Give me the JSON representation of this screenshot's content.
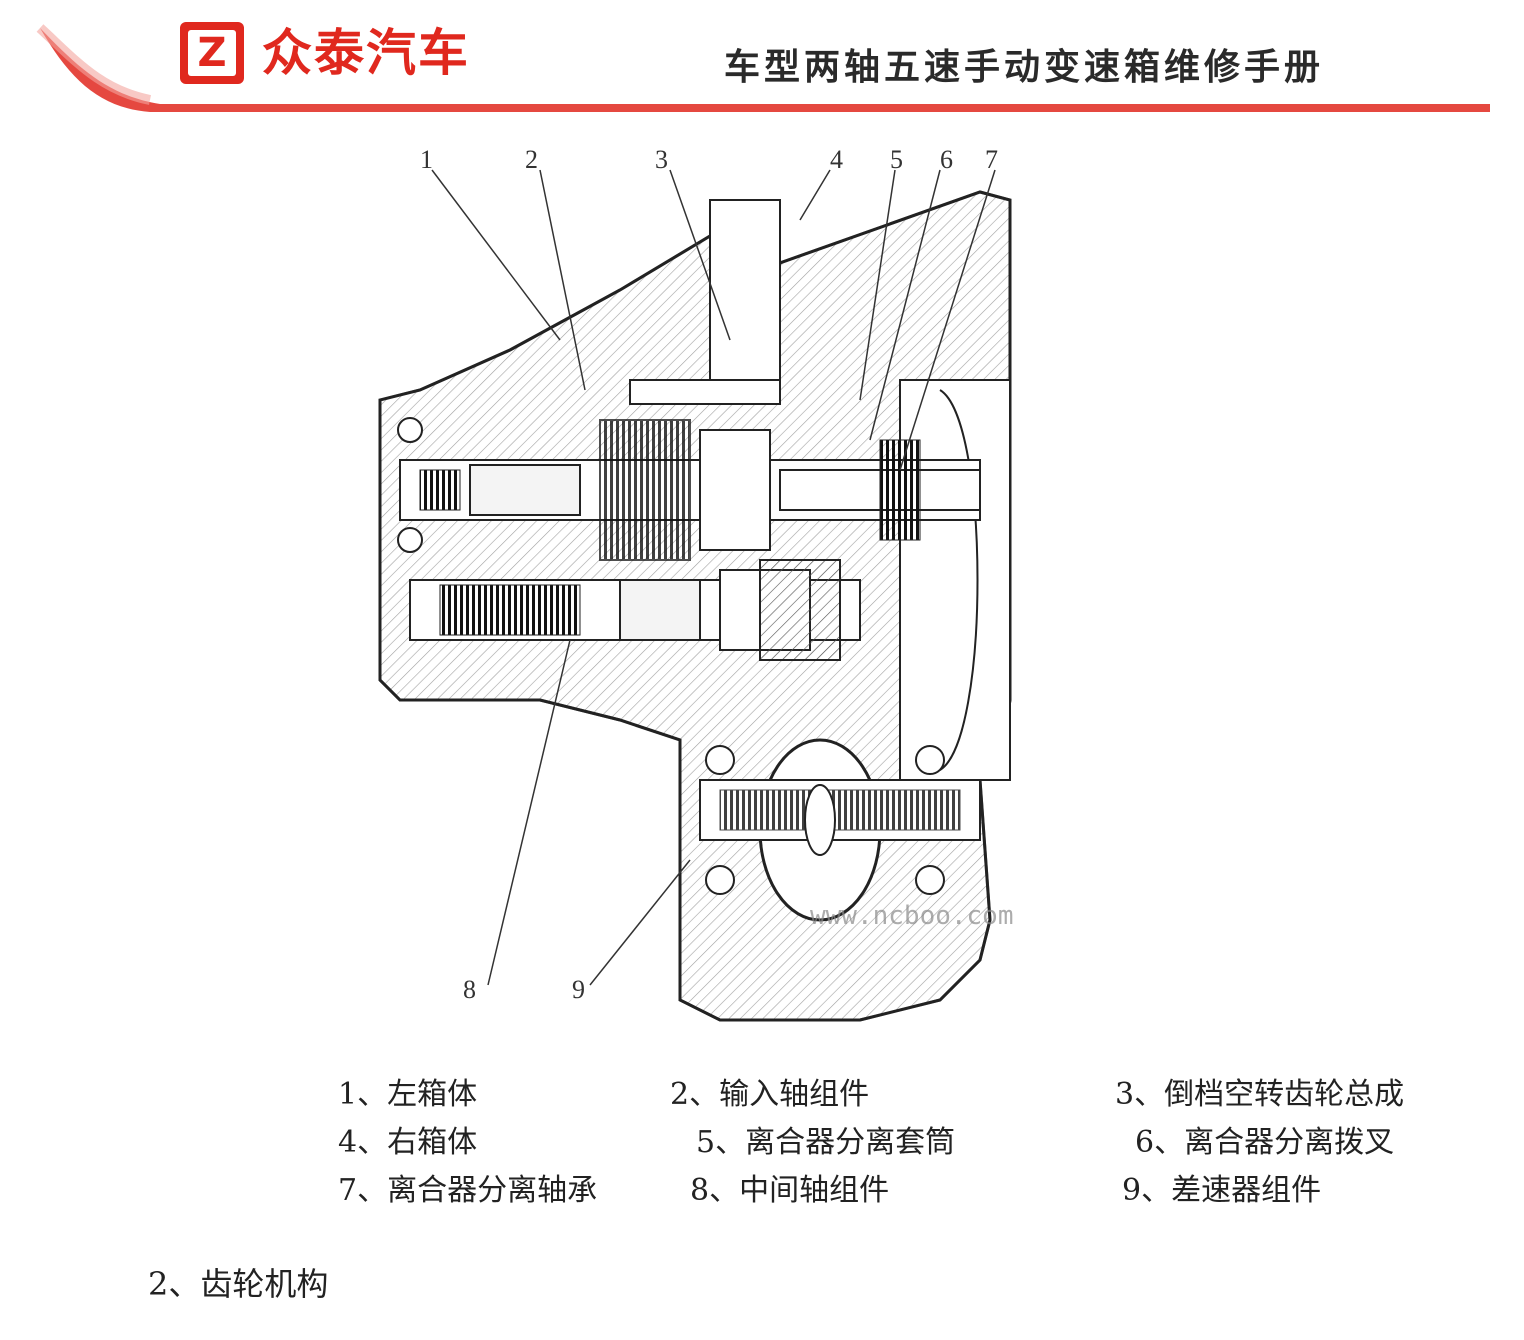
{
  "header": {
    "logo_letter": "Z",
    "brand_name": "众泰汽车",
    "doc_title": "车型两轴五速手动变速箱维修手册",
    "brand_color": "#e0281e"
  },
  "figure": {
    "callouts": [
      "1",
      "2",
      "3",
      "4",
      "5",
      "6",
      "7",
      "8",
      "9"
    ],
    "watermark": "www.ncboo.com"
  },
  "legend": [
    "1、左箱体",
    "2、输入轴组件",
    "3、倒档空转齿轮总成",
    "4、右箱体",
    "5、离合器分离套筒",
    "6、离合器分离拨叉",
    "7、离合器分离轴承",
    "8、中间轴组件",
    "9、差速器组件"
  ],
  "section_heading": "2、齿轮机构"
}
